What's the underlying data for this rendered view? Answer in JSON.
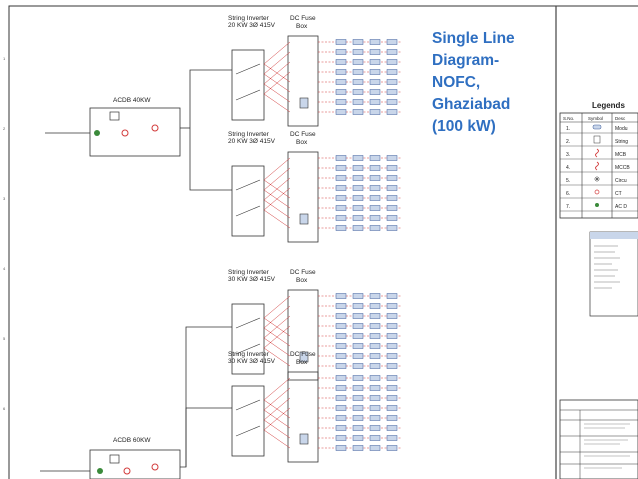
{
  "caption": {
    "line1": "Single Line",
    "line2": "Diagram-",
    "line3": "NOFC,",
    "line4": "Ghaziabad",
    "line5": "(100 kW)"
  },
  "acdb": [
    {
      "label": "ACDB 40KW"
    },
    {
      "label": "ACDB 60KW"
    }
  ],
  "inverters": [
    {
      "line1": "String Inverter",
      "line2": "20 KW 3Ø 415V",
      "fuse1": "DC Fuse",
      "fuse2": "Box"
    },
    {
      "line1": "String Inverter",
      "line2": "20 KW 3Ø 415V",
      "fuse1": "DC Fuse",
      "fuse2": "Box"
    },
    {
      "line1": "String Inverter",
      "line2": "30 KW 3Ø 415V",
      "fuse1": "DC Fuse",
      "fuse2": "Box"
    },
    {
      "line1": "String Inverter",
      "line2": "30 KW 3Ø 415V",
      "fuse1": "DC Fuse",
      "fuse2": "Box"
    }
  ],
  "legend": {
    "title": "Legends",
    "headers": [
      "S.No.",
      "Symbol",
      "Desc"
    ],
    "rows": [
      {
        "sno": "1.",
        "desc": "Modu"
      },
      {
        "sno": "2.",
        "desc": "String"
      },
      {
        "sno": "3.",
        "desc": "MCB"
      },
      {
        "sno": "4.",
        "desc": "MCCB"
      },
      {
        "sno": "5.",
        "desc": "Circu"
      },
      {
        "sno": "6.",
        "desc": "CT"
      },
      {
        "sno": "7.",
        "desc": "AC D"
      }
    ]
  },
  "colors": {
    "caption": "#2f6fc1",
    "wire_red": "#d23a3a",
    "panel": "#c9d6ea",
    "line": "#2a2a2a"
  }
}
